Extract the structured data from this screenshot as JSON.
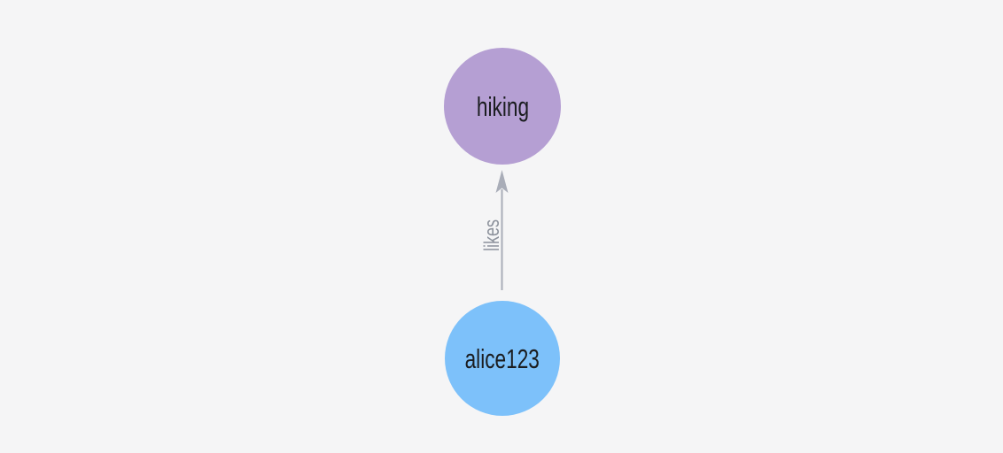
{
  "graph": {
    "background_color": "#f5f5f6",
    "text_color": "#1b1d20",
    "nodes": [
      {
        "id": "hiking",
        "label": "hiking",
        "color": "#b59fd3",
        "shape": "circle"
      },
      {
        "id": "alice123",
        "label": "alice123",
        "color": "#7dc1fa",
        "shape": "circle"
      }
    ],
    "edge": {
      "label": "likes",
      "from": "alice123",
      "to": "hiking",
      "line_color": "#a9adb8",
      "label_color": "#8d929c",
      "arrow": "arrow-up"
    }
  }
}
